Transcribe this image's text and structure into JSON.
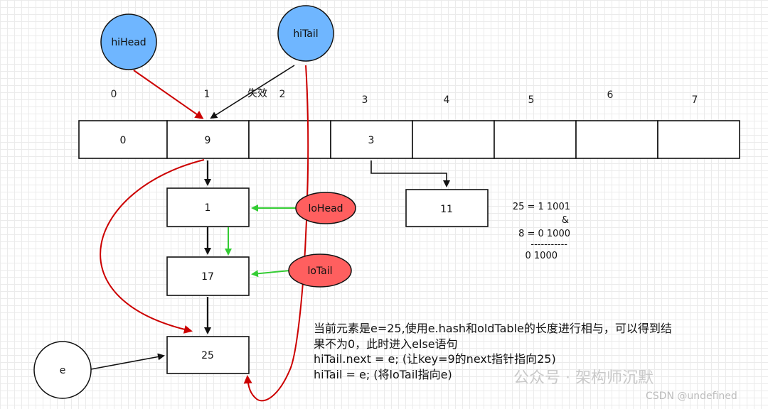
{
  "pointers": {
    "hiHead": "hiHead",
    "hiTail": "hiTail",
    "loHead": "loHead",
    "loTail": "loTail",
    "e": "e"
  },
  "invalid_label": "失效",
  "table": {
    "indices": [
      "0",
      "1",
      "2",
      "3",
      "4",
      "5",
      "6",
      "7"
    ],
    "cells": [
      "0",
      "9",
      "",
      "3",
      "",
      "",
      "",
      ""
    ]
  },
  "chain_nodes": {
    "n1": "1",
    "n17": "17",
    "n25": "25",
    "n11": "11"
  },
  "calculation": {
    "line1": "25 = 1 1001",
    "line2": "&",
    "line3": "8 =  0 1000",
    "line4": "-----------",
    "line5": "0 1000"
  },
  "note": {
    "line1": "当前元素是e=25,使用e.hash和oldTable的长度进行相与，可以得到结",
    "line2": "果不为0，此时进入else语句",
    "line3": "hiTail.next = e;  (让key=9的next指针指向25)",
    "line4": "hiTail = e;  (将loTail指向e)"
  },
  "watermark": "公众号 · 架构师沉默",
  "credit": "CSDN @undefined",
  "colors": {
    "blue": "#6fb6ff",
    "red": "#ff5f5f",
    "arrow_red": "#cc0000",
    "arrow_green": "#33cc33"
  }
}
